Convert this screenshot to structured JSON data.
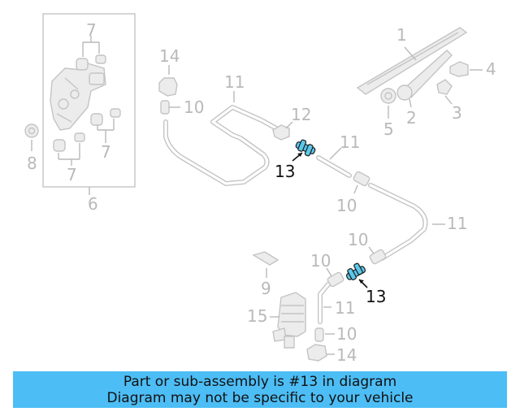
{
  "callouts": {
    "c1": "1",
    "c2": "2",
    "c3": "3",
    "c4": "4",
    "c5": "5",
    "c6": "6",
    "c7a": "7",
    "c7b": "7",
    "c7c": "7",
    "c8": "8",
    "c9": "9",
    "c10a": "10",
    "c10b": "10",
    "c10c": "10",
    "c10d": "10",
    "c10e": "10",
    "c11a": "11",
    "c11b": "11",
    "c11c": "11",
    "c11d": "11",
    "c12": "12",
    "c13a": "13",
    "c13b": "13",
    "c14a": "14",
    "c14b": "14",
    "c15": "15"
  },
  "banner": {
    "line1": "Part or sub-assembly is #13 in diagram",
    "line2": "Diagram may not be specific to your vehicle"
  },
  "colors": {
    "highlight": "#5bc8ea",
    "banner": "#4dbdf5"
  }
}
